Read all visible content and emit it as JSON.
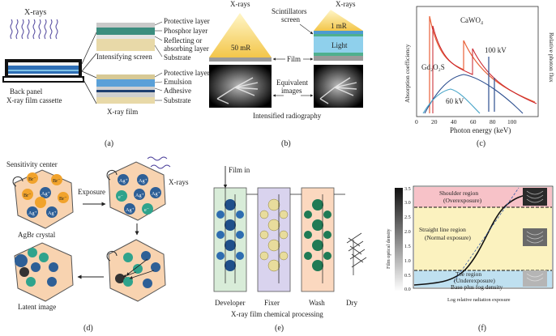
{
  "panel_a": {
    "label": "(a)",
    "xrays": "X-rays",
    "screen_layers": [
      "Protective layer",
      "Phosphor layer",
      "Reflecting or",
      "absorbing layer",
      "Substrate"
    ],
    "screen_caption": "Intensifying screen",
    "film_layers": [
      "Protective layer",
      "Emulsion",
      "Adhesive",
      "Substrate"
    ],
    "film_caption": "X-ray film",
    "cassette_labels": [
      "Back panel",
      "X-ray film cassette"
    ]
  },
  "panel_b": {
    "label": "(b)",
    "xrays_left": "X-rays",
    "xrays_right": "X-rays",
    "dose_left": "50 mR",
    "dose_right": "1 mR",
    "scintillators": [
      "Scintillators",
      "screen"
    ],
    "light": "Light",
    "film": "Film",
    "equivalent": [
      "Equivalent",
      "images"
    ],
    "caption": "Intensified radiography"
  },
  "panel_c": {
    "label": "(c)",
    "ylabel_left": "Absorption coefficiency",
    "ylabel_right": "Relative photon flux",
    "xlabel": "Photon energy (keV)",
    "ticks": [
      "0",
      "20",
      "40",
      "60",
      "80",
      "100"
    ],
    "material_1": "CaWO₄",
    "material_2": "Gd₂O₂S",
    "kv_1": "100 kV",
    "kv_2": "60 kV"
  },
  "panel_d": {
    "label": "(d)",
    "sensitivity": "Sensitivity center",
    "exposure": "Exposure",
    "xrays": "X-rays",
    "crystal": "AgBr crystal",
    "latent": "Latent image",
    "br": "Br⁻",
    "ag": "Ag⁺",
    "e": "e⁻"
  },
  "panel_e": {
    "label": "(e)",
    "film_in": "Film in",
    "stages": [
      "Developer",
      "Fixer",
      "Wash",
      "Dry"
    ],
    "caption": "X-ray film chemical processing"
  },
  "panel_f": {
    "label": "(f)",
    "ylabel": "Film optical density",
    "xlabel": "Log relative radiation exposure",
    "yticks": [
      "3.5",
      "3.0",
      "2.5",
      "2.0",
      "1.5",
      "1.0",
      "0.5",
      "0.0"
    ],
    "shoulder": [
      "Shoulder region",
      "(Overexposure)"
    ],
    "straight": [
      "Straight line region",
      "(Normal exposure)"
    ],
    "toe": [
      "Toe region",
      "(Underexposure)"
    ],
    "base": "Base plus fog density"
  },
  "colors": {
    "screen_blue": "#2f6fb6",
    "film_blue": "#5aa0d8",
    "substrate": "#e8d9a8",
    "crystal": "#f8d3b0",
    "br": "#f1a32c",
    "ag": "#2e5f96",
    "electron": "#2fa38c",
    "developer": "#d8ecd8",
    "fixer": "#d9d3ee",
    "wash": "#fbd8bf"
  }
}
